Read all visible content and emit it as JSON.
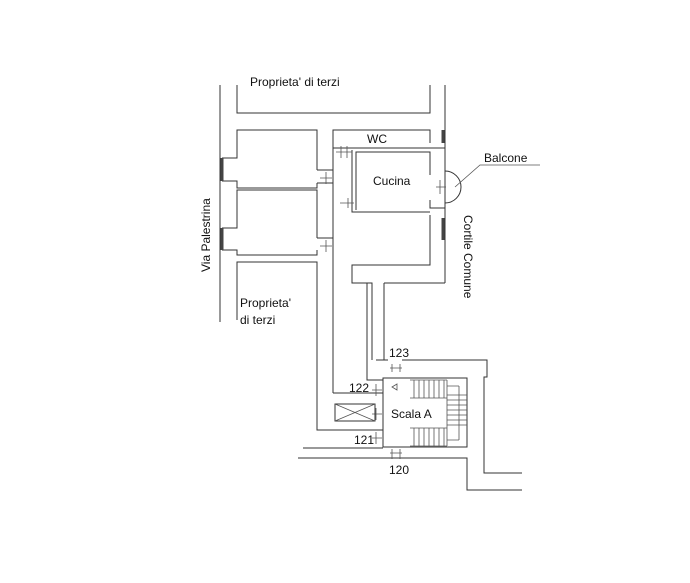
{
  "labels": {
    "top_property": "Proprieta' di terzi",
    "wc": "WC",
    "kitchen": "Cucina",
    "balcony": "Balcone",
    "courtyard": "Cortile Comune",
    "street": "Via Palestrina",
    "side_property_line1": "Proprieta'",
    "side_property_line2": "di terzi",
    "stair": "Scala A",
    "unit_120": "120",
    "unit_121": "121",
    "unit_122": "122",
    "unit_123": "123"
  }
}
